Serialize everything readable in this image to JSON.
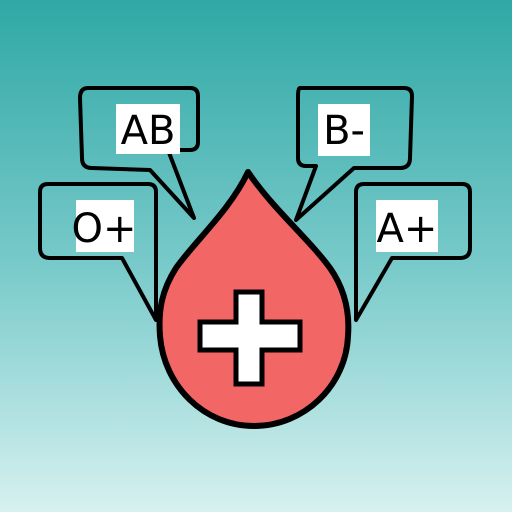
{
  "icon": {
    "background": {
      "gradient_top": "#2FA8A5",
      "gradient_mid": "#79CACA",
      "gradient_bottom": "#D6F1F0"
    },
    "drop": {
      "fill": "#F26666",
      "stroke": "#000000"
    },
    "cross": {
      "fill": "#FFFFFF",
      "stroke": "#000000"
    },
    "bubbles": [
      {
        "label": "AB"
      },
      {
        "label": "B-"
      },
      {
        "label": "O+"
      },
      {
        "label": "A+"
      }
    ]
  }
}
